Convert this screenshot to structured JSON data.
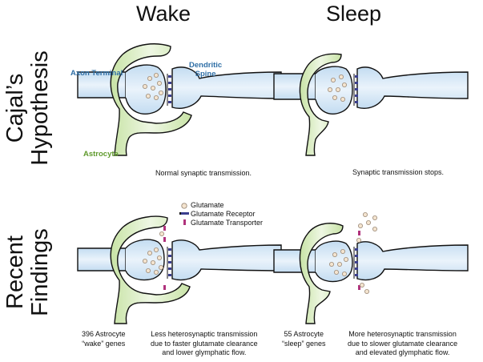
{
  "columns": {
    "wake": "Wake",
    "sleep": "Sleep"
  },
  "rows": {
    "hypothesis": [
      "Cajal’s",
      "Hypothesis"
    ],
    "findings": [
      "Recent",
      "Findings"
    ]
  },
  "labels": {
    "axon_terminal": "Axon Terminal",
    "dendritic_spine": [
      "Dendritic",
      "Spine"
    ],
    "astrocyte": "Astrocyte"
  },
  "legend": {
    "glutamate": "Glutamate",
    "receptor": "Glutamate Receptor",
    "transporter": "Glutamate Transporter"
  },
  "captions": {
    "normal": "Normal synaptic transmission.",
    "stops": "Synaptic transmission stops.",
    "wake_genes": [
      "396 Astrocyte",
      "“wake” genes"
    ],
    "sleep_genes": [
      "55  Astrocyte",
      "“sleep” genes"
    ],
    "wake_effect": [
      "Less heterosynaptic transmission",
      "due to faster glutamate clearance",
      "and lower glymphatic flow."
    ],
    "sleep_effect": [
      "More heterosynaptic transmission",
      "due to slower glutamate clearance",
      "and elevated glymphatic flow."
    ]
  },
  "colors": {
    "neuron_fill": "#cfe3f4",
    "neuron_light": "#eaf3fb",
    "astrocyte_fill": "#d5eab9",
    "astrocyte_light": "#e9f4da",
    "receptor": "#3b3f8f",
    "transporter": "#b0327c",
    "glutamate": "#f4e4cf"
  }
}
